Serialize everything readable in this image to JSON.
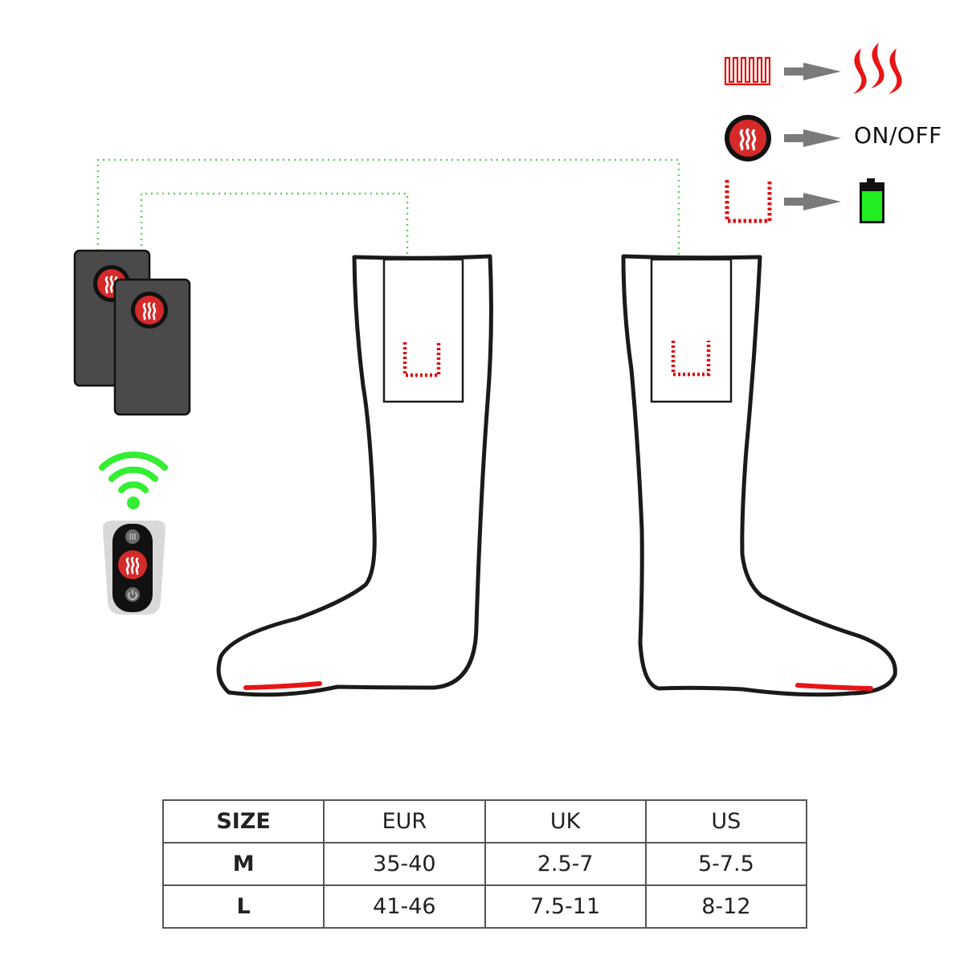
{
  "legend": {
    "items": [
      {
        "icon": "heating-wire-icon",
        "arrow": "arrow-right-icon",
        "result_icon": "heat-waves-icon",
        "result_label": ""
      },
      {
        "icon": "power-button-icon",
        "arrow": "arrow-right-icon",
        "result_icon": "",
        "result_label": "ON/OFF"
      },
      {
        "icon": "battery-pocket-icon",
        "arrow": "arrow-right-icon",
        "result_icon": "battery-full-icon",
        "result_label": ""
      }
    ]
  },
  "colors": {
    "heat_red": "#e01010",
    "button_red": "#d42a2a",
    "battery_green": "#22ee22",
    "wifi_green": "#33ee33",
    "connector_green": "#66cc66",
    "battery_pack_gray": "#4a4a4a",
    "outline": "#1a1a1a",
    "arrow_gray": "#7a7a7a"
  },
  "components": {
    "battery_packs": [
      {
        "name": "battery-pack-left"
      },
      {
        "name": "battery-pack-right"
      }
    ],
    "remote": {
      "buttons": [
        "mode-button",
        "heat-button",
        "power-button"
      ]
    },
    "socks": [
      {
        "name": "left-sock"
      },
      {
        "name": "right-sock"
      }
    ]
  },
  "size_table": {
    "headers": [
      "SIZE",
      "EUR",
      "UK",
      "US"
    ],
    "rows": [
      [
        "M",
        "35-40",
        "2.5-7",
        "5-7.5"
      ],
      [
        "L",
        "41-46",
        "7.5-11",
        "8-12"
      ]
    ]
  }
}
